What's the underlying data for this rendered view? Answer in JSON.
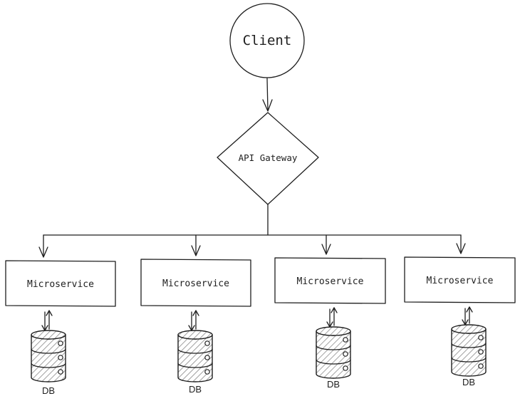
{
  "diagram": {
    "client": {
      "label": "Client"
    },
    "gateway": {
      "label": "API Gateway"
    },
    "services": [
      {
        "label": "Microservice",
        "db_label": "DB"
      },
      {
        "label": "Microservice",
        "db_label": "DB"
      },
      {
        "label": "Microservice",
        "db_label": "DB"
      },
      {
        "label": "Microservice",
        "db_label": "DB"
      }
    ]
  },
  "colors": {
    "stroke": "#1e1e1e",
    "background": "#ffffff",
    "db_hatch": "#8a8a8a"
  }
}
